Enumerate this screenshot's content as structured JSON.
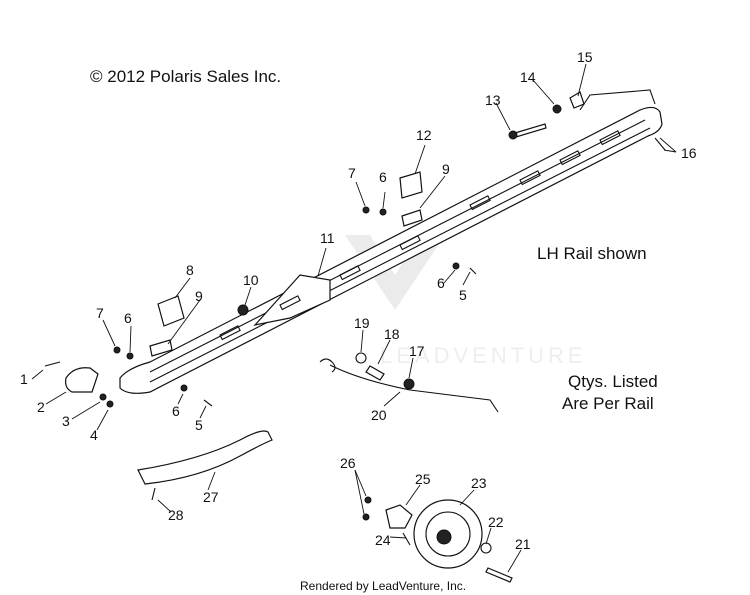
{
  "copyright": "© 2012 Polaris Sales Inc.",
  "note_rail": "LH Rail shown",
  "note_qty_line1": "Qtys. Listed",
  "note_qty_line2": "Are Per Rail",
  "watermark": "LEADVENTURE",
  "footer": "Rendered by LeadVenture, Inc.",
  "callouts": {
    "c1": "1",
    "c2": "2",
    "c3": "3",
    "c4": "4",
    "c5a": "5",
    "c5b": "5",
    "c6a": "6",
    "c6b": "6",
    "c6c": "6",
    "c6d": "6",
    "c7a": "7",
    "c7b": "7",
    "c8": "8",
    "c9a": "9",
    "c9b": "9",
    "c10": "10",
    "c11": "11",
    "c12": "12",
    "c13": "13",
    "c14": "14",
    "c15": "15",
    "c16": "16",
    "c17": "17",
    "c18": "18",
    "c19": "19",
    "c20": "20",
    "c21": "21",
    "c22": "22",
    "c23": "23",
    "c24": "24",
    "c25": "25",
    "c26": "26",
    "c27": "27",
    "c28": "28"
  }
}
